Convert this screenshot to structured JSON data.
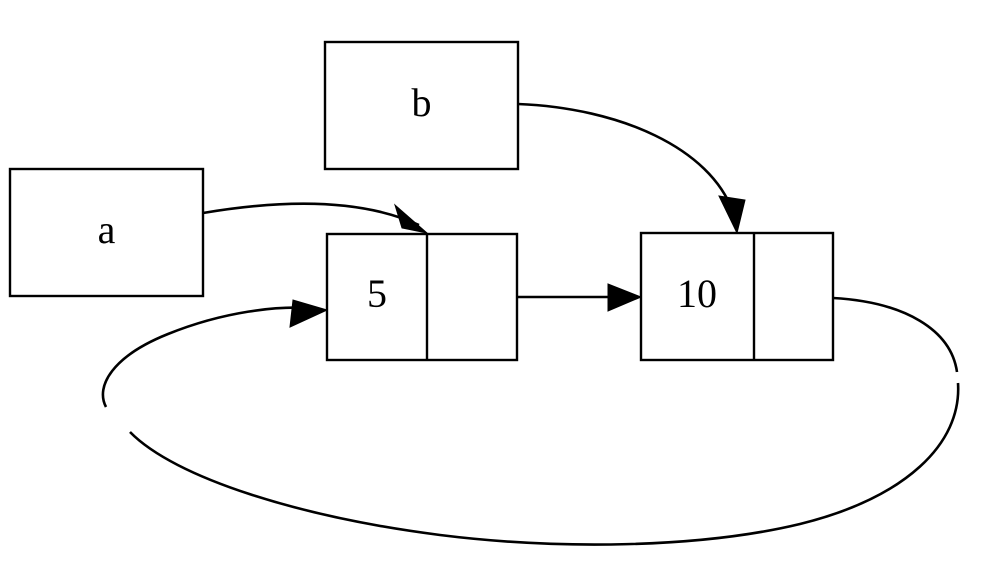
{
  "diagram": {
    "type": "linked-list-pointer-diagram",
    "background_color": "#ffffff",
    "stroke_color": "#000000",
    "variables": [
      {
        "id": "a",
        "label": "a"
      },
      {
        "id": "b",
        "label": "b"
      }
    ],
    "list_nodes": [
      {
        "id": "node5",
        "value_label": "5",
        "next_label": ""
      },
      {
        "id": "node10",
        "value_label": "10",
        "next_label": ""
      }
    ],
    "edges": [
      {
        "id": "a-to-node5",
        "from": "a",
        "to": "node5",
        "arrow": "filled-triangle"
      },
      {
        "id": "b-to-node10",
        "from": "b",
        "to": "node10",
        "arrow": "filled-triangle"
      },
      {
        "id": "node5-to-node10",
        "from": "node5",
        "to": "node10",
        "arrow": "filled-triangle"
      },
      {
        "id": "node10-to-node5",
        "from": "node10",
        "to": "node5",
        "arrow": "filled-triangle"
      }
    ]
  }
}
